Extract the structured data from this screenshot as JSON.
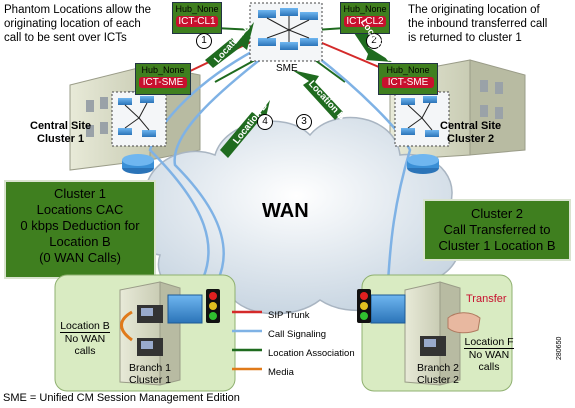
{
  "captions": {
    "top_left": [
      "Phantom Locations allow the",
      "originating location of each",
      "call to be sent over ICTs"
    ],
    "top_right": [
      "The originating location of",
      "the inbound transferred call",
      "is returned to cluster 1"
    ],
    "footer": "SME = Unified CM Session Management Edition",
    "figure_id": "280650"
  },
  "location_tags": [
    {
      "hub": "Hub_None",
      "name": "ICT-CL1"
    },
    {
      "hub": "Hub_None",
      "name": "ICT-CL2"
    },
    {
      "hub": "Hub_None",
      "name": "ICT-SME"
    },
    {
      "hub": "Hub_None",
      "name": "ICT-SME"
    }
  ],
  "sme_label": "SME",
  "wan_label": "WAN",
  "steps": [
    "1",
    "2",
    "3",
    "4"
  ],
  "arrow_labels": [
    "Location B",
    "Location B",
    "Location B",
    "Location B"
  ],
  "clusters": {
    "left_title": [
      "Central Site",
      "Cluster 1"
    ],
    "right_title": [
      "Central Site",
      "Cluster 2"
    ]
  },
  "info_boxes": {
    "left": [
      "Cluster 1",
      "Locations CAC",
      "0 kbps Deduction for",
      "Location B",
      "(0 WAN Calls)"
    ],
    "right": [
      "Cluster 2",
      "Call Transferred to",
      "Cluster 1 Location B"
    ]
  },
  "branches": {
    "left": {
      "location": "Location B",
      "note": [
        "No WAN",
        "calls"
      ],
      "name": [
        "Branch 1",
        "Cluster 1"
      ]
    },
    "right": {
      "location": "Location F",
      "note": [
        "No WAN",
        "calls"
      ],
      "name": [
        "Branch 2",
        "Cluster 2"
      ],
      "action": "Transfer"
    }
  },
  "legend": [
    {
      "label": "SIP Trunk",
      "color": "#d42a2a"
    },
    {
      "label": "Call Signaling",
      "color": "#7fb2e5"
    },
    {
      "label": "Location Association",
      "color": "#1f6b1f"
    },
    {
      "label": "Media",
      "color": "#e07a1a"
    }
  ],
  "colors": {
    "green_box": "#3f7f1f",
    "red_tag": "#c8102e",
    "blue_device": "#3a8fd6"
  }
}
